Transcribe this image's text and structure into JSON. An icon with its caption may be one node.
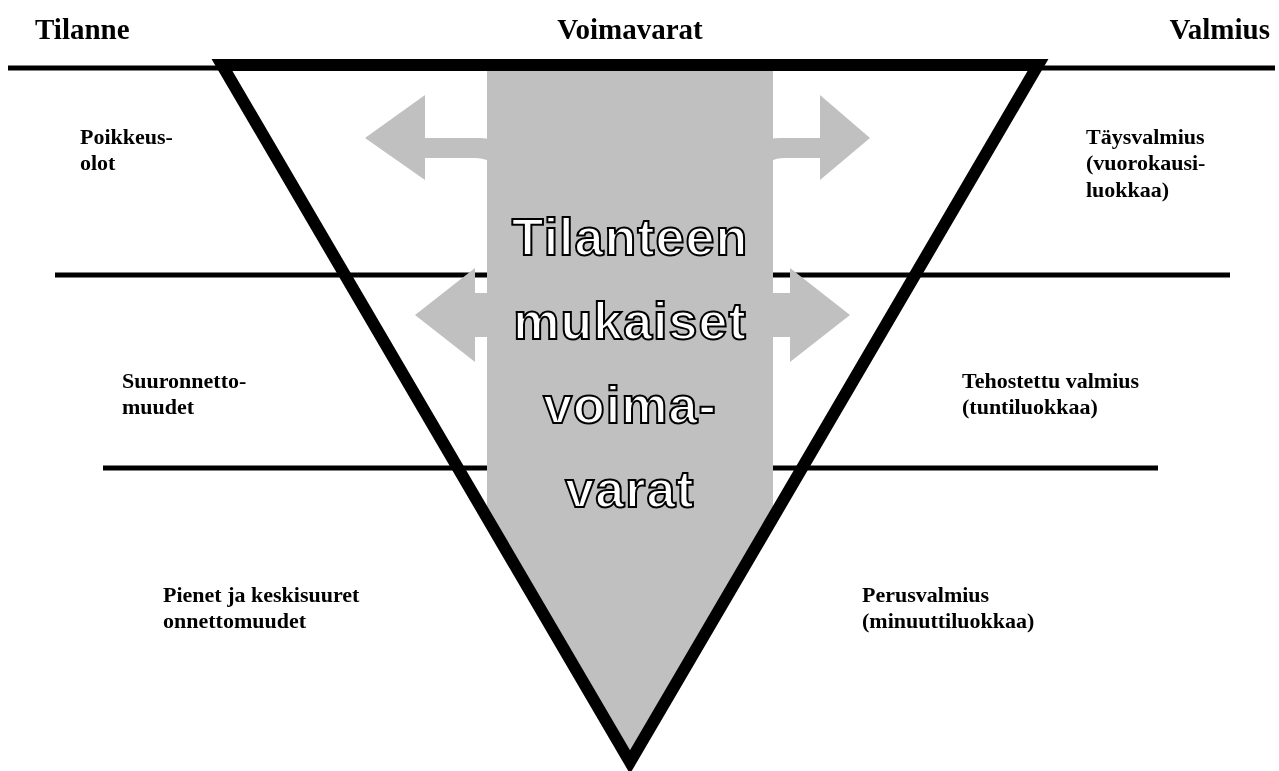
{
  "diagram": {
    "labels": [
      "Tilanne",
      "Voimavarat",
      "Valmius",
      "Poikkeus-olot",
      "Täysvalmius (vuorokausi-luokkaa)",
      "Tilanteen mukaiset voima-varat",
      "Suuronnetto-muudet",
      "Tehostettu valmius (tuntiluokkaa)",
      "Pienet ja keskisuuret onnettomuudet",
      "Perusvalmius (minuuttiluokkaa)"
    ]
  }
}
